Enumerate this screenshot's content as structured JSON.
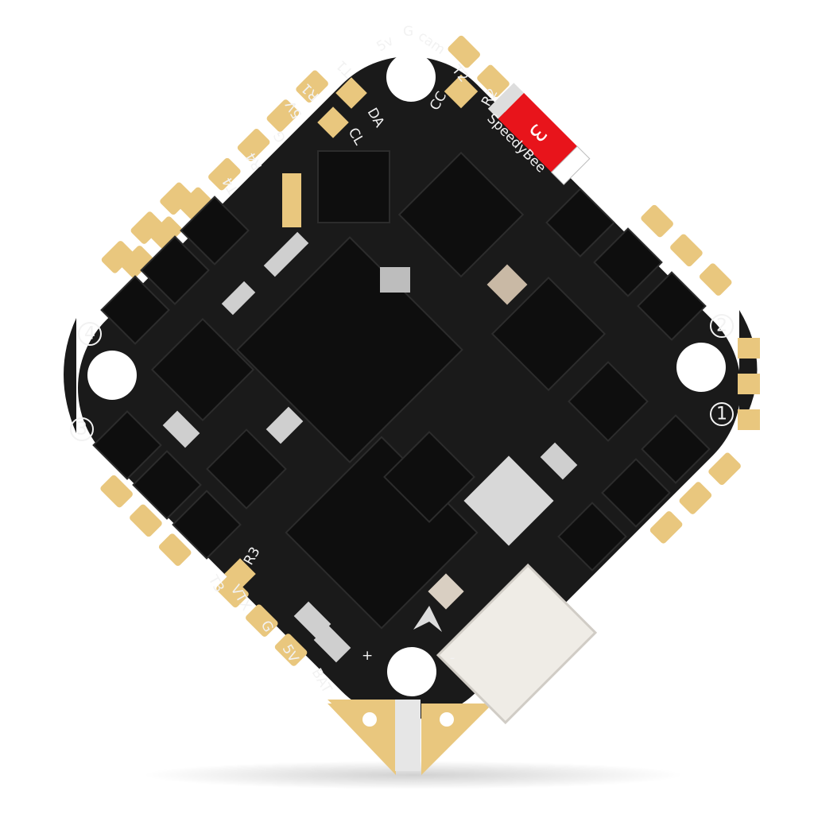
{
  "product": {
    "brand": "SpeedyBee",
    "sticker_text": "3",
    "colors": {
      "board": "#1c1c1c",
      "pad": "#e9c77e",
      "sticker": "#e8141b",
      "chip": "#111111",
      "background": "#ffffff"
    }
  },
  "silkscreen": {
    "top": {
      "v5": "5v",
      "g": "G",
      "cam": "cam",
      "t1": "T1",
      "t2": "T2",
      "r1": "R1",
      "v5b": "5V",
      "da": "DA",
      "cl": "CL",
      "cc": "CC",
      "r2": "R2",
      "g2": "G",
      "r4": "R4",
      "t4": "T4"
    },
    "bottom": {
      "r3": "R3",
      "t3": "T3",
      "vtx": "VTX",
      "g": "G",
      "v5": "5V",
      "bat": "BAT",
      "plus": "+",
      "minus": "-"
    },
    "motors": [
      "1",
      "2",
      "3",
      "4"
    ]
  }
}
